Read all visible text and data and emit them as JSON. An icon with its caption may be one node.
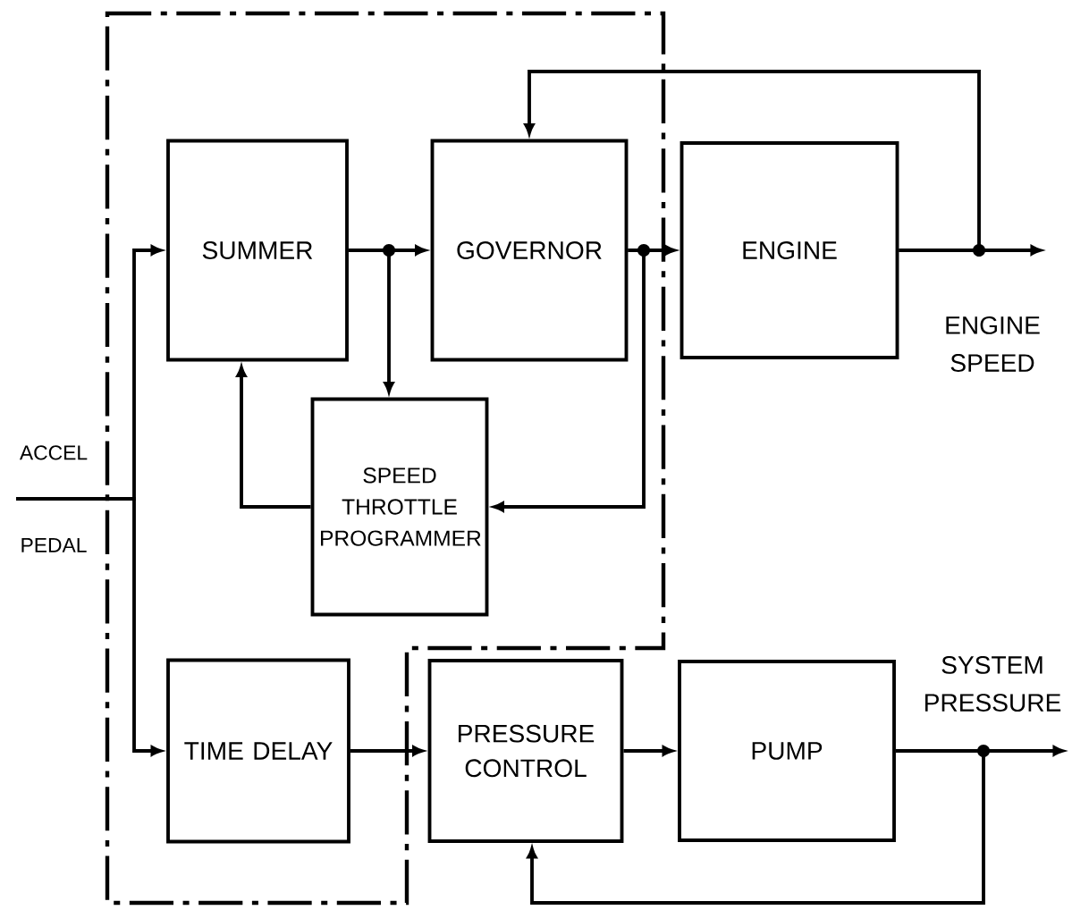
{
  "diagram": {
    "nodes": [
      {
        "text": [
          "SUMMER"
        ]
      },
      {
        "text": [
          "GOVERNOR"
        ]
      },
      {
        "text": [
          "ENGINE"
        ]
      },
      {
        "text": [
          "SPEED THROTTLE PROGRAMMER"
        ]
      },
      {
        "text": [
          "TIME DELAY"
        ]
      },
      {
        "text": [
          "PRESSURE CONTROL"
        ]
      },
      {
        "text": [
          "PUMP"
        ]
      },
      {
        "text": [
          "ACCEL",
          "PEDAL"
        ]
      }
    ],
    "edges": [
      {
        "from": 7,
        "to": 0,
        "arrow": "to"
      },
      {
        "from": 7,
        "to": 4,
        "arrow": "to"
      },
      {
        "from": 0,
        "to": 1,
        "arrow": "to"
      },
      {
        "from": 0,
        "to": 3,
        "arrow": "to"
      },
      {
        "from": 3,
        "to": 0,
        "arrow": "to"
      },
      {
        "from": 1,
        "to": 2,
        "arrow": "to"
      },
      {
        "from": 1,
        "to": 3,
        "arrow": "to"
      },
      {
        "from": 2,
        "to": 1,
        "arrow": "to"
      },
      {
        "from": 2,
        "to": null,
        "arrow": "to"
      },
      {
        "from": 4,
        "to": 5,
        "arrow": "to"
      },
      {
        "from": 5,
        "to": 6,
        "arrow": "to"
      },
      {
        "from": 6,
        "to": 5,
        "arrow": "to"
      },
      {
        "from": 6,
        "to": null,
        "arrow": "to"
      }
    ],
    "labels": [
      "ENGINE SPEED",
      "SYSTEM PRESSURE"
    ]
  }
}
